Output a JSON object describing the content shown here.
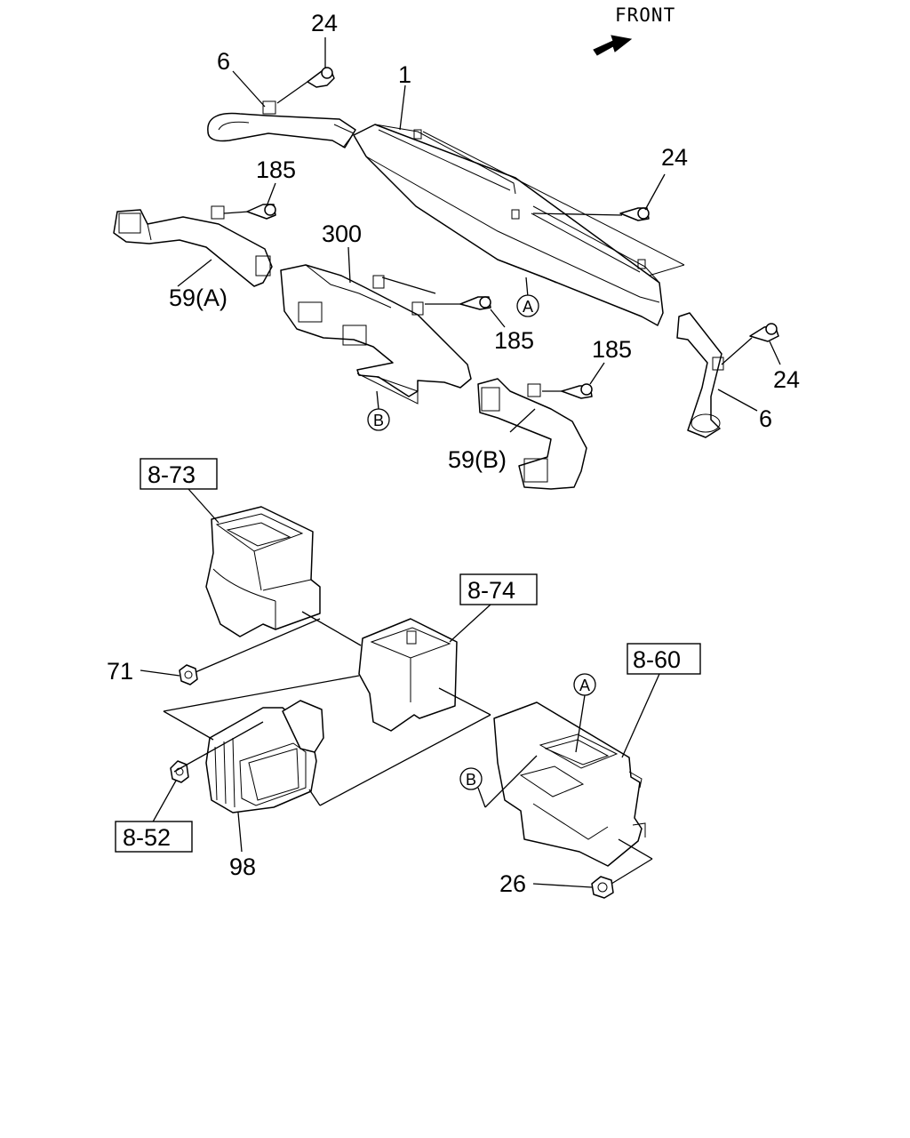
{
  "front_label": "FRONT",
  "callouts": {
    "c24a": "24",
    "c6a": "6",
    "c1": "1",
    "c185a": "185",
    "c24b": "24",
    "c300": "300",
    "c59a": "59(A)",
    "c185b": "185",
    "c185c": "185",
    "c24c": "24",
    "c6b": "6",
    "c59b": "59(B)",
    "c71": "71",
    "c98": "98",
    "c26": "26"
  },
  "boxed_refs": {
    "r873": "8-73",
    "r874": "8-74",
    "r860": "8-60",
    "r852": "8-52"
  },
  "circle_markers": {
    "a_top": "A",
    "b_top": "B",
    "a_bottom": "A",
    "b_bottom": "B"
  }
}
